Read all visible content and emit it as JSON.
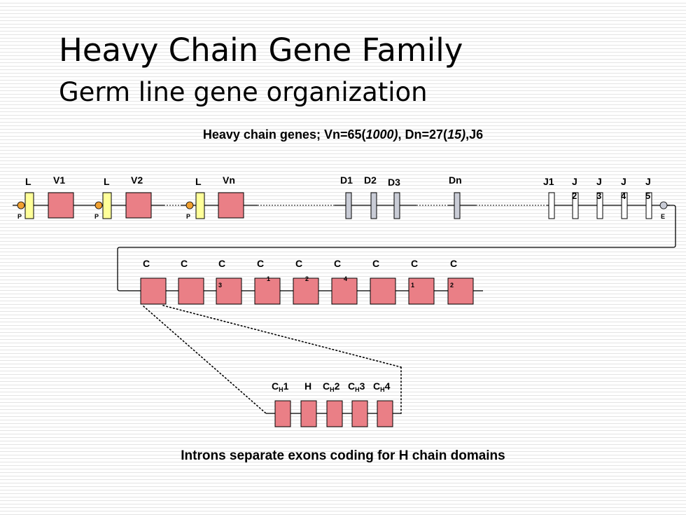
{
  "title": "Heavy Chain Gene Family",
  "subtitle": "Germ line gene organization",
  "header_caption": {
    "prefix": "Heavy chain genes; Vn=65(",
    "vn_italic": "1000)",
    "middle": ", Dn=27(",
    "dn_italic": "15)",
    "suffix": ",J6"
  },
  "footer_caption": "Introns separate exons coding for H chain domains",
  "colors": {
    "leader_fill": "#ffff99",
    "v_exon_fill": "#ea7f86",
    "c_exon_fill": "#ea7f86",
    "d_segment_fill": "#c9ccd6",
    "j_segment_fill": "#ffffff",
    "promoter_fill": "#f0a030",
    "enhancer_fill": "#c9ccd6"
  },
  "v_region": {
    "leader_label": "L",
    "promoter_label": "P",
    "v_labels": [
      "V1",
      "V2",
      "Vn"
    ]
  },
  "d_region": {
    "labels": [
      "D1",
      "D2",
      "D3",
      "Dn"
    ]
  },
  "j_region": {
    "labels": [
      "J1",
      "J",
      "J",
      "J",
      "J"
    ],
    "subscripts": [
      "2",
      "3",
      "4",
      "5"
    ],
    "enhancer_label": "E"
  },
  "c_region": {
    "labels": [
      "C",
      "C",
      "C",
      "C",
      "C",
      "C",
      "C",
      "C",
      "C"
    ],
    "subscripts": [
      "",
      "",
      "3",
      "1",
      "2",
      "4",
      "",
      "1",
      "2"
    ]
  },
  "domains": {
    "labels": [
      {
        "main": "C",
        "sub": "H",
        "num": "1"
      },
      {
        "main": "H",
        "sub": "",
        "num": ""
      },
      {
        "main": "C",
        "sub": "H",
        "num": "2"
      },
      {
        "main": "C",
        "sub": "H",
        "num": "3"
      },
      {
        "main": "C",
        "sub": "H",
        "num": "4"
      }
    ]
  }
}
